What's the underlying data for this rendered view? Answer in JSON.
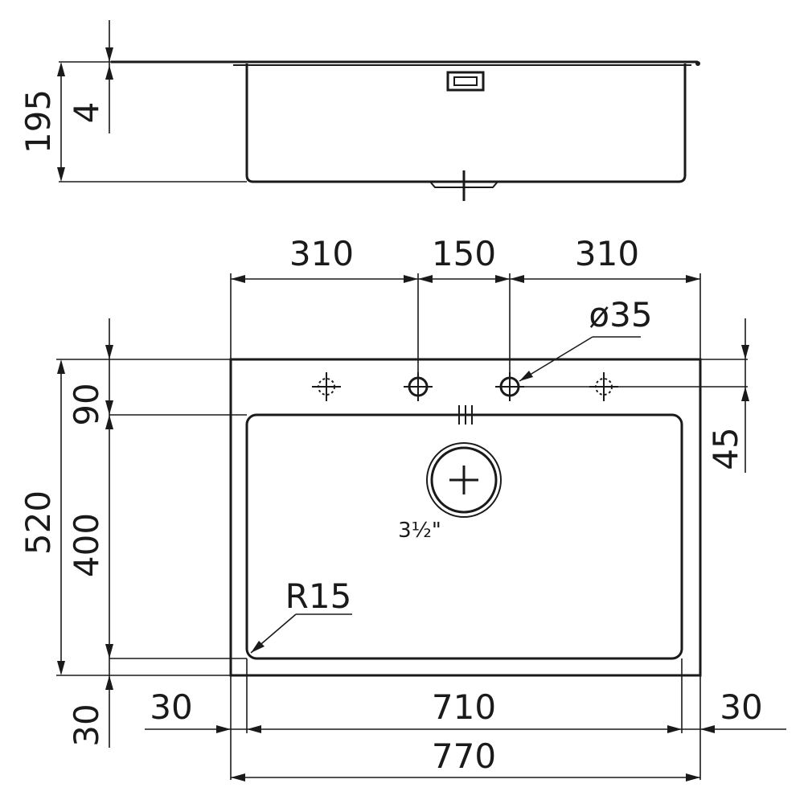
{
  "side_view": {
    "height_total": "195",
    "rim_thickness": "4"
  },
  "top_view": {
    "tap_spacing_left": "310",
    "tap_spacing_mid": "150",
    "tap_spacing_right": "310",
    "tap_hole_diameter": "ø35",
    "height_total": "520",
    "deck_depth": "90",
    "tap_hole_offset": "45",
    "bowl_depth": "400",
    "corner_radius": "R15",
    "front_margin": "30",
    "left_margin": "30",
    "right_margin": "30",
    "bowl_width": "710",
    "overall_width": "770",
    "drain_size": "3½\""
  }
}
